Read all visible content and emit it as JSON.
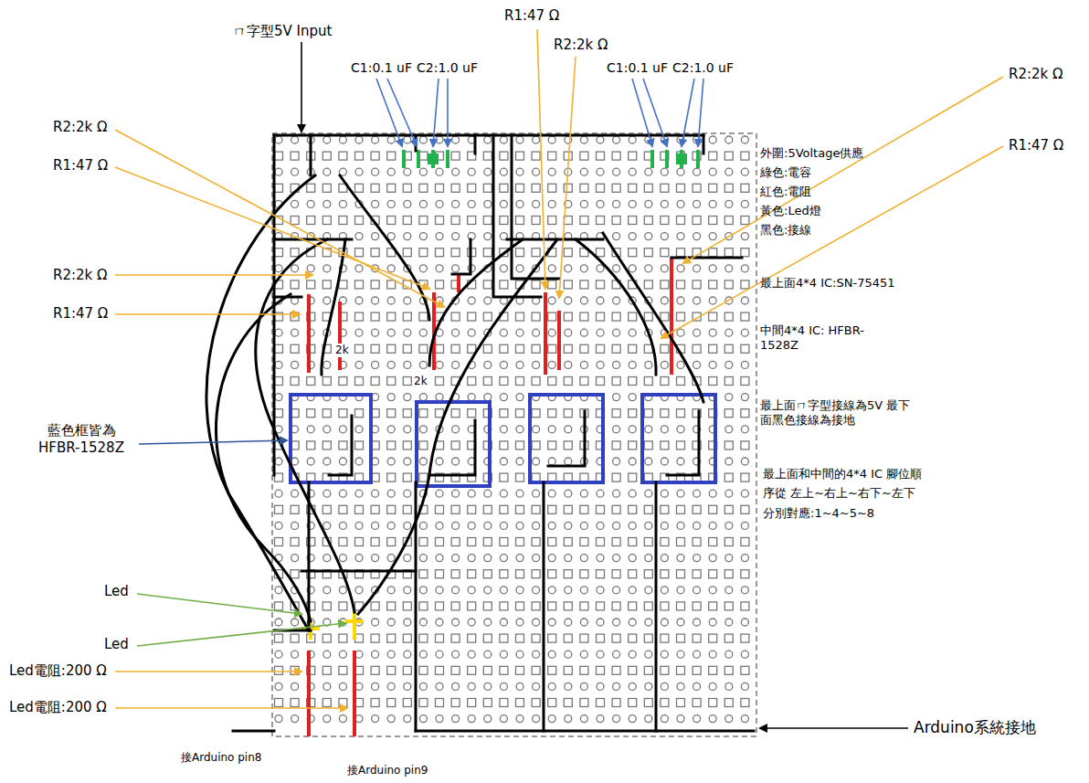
{
  "diagram": {
    "labels": [
      "ㄇ字型5V Input",
      "R1:47 Ω",
      "R2:2k Ω",
      "C1:0.1 uF",
      "C2:1.0 uF",
      "C1:0.1 uF",
      "C2:1.0 uF",
      "R2:2k Ω",
      "R1:47 Ω",
      "R2:2k Ω",
      "R1:47 Ω",
      "R2:2k Ω",
      "R1:47 Ω",
      "藍色框皆為 HFBR-1528Z",
      "Led",
      "Led",
      "Led電阻:200 Ω",
      "Led電阻:200 Ω",
      "接Arduino pin8",
      "接Arduino pin9",
      "Arduino系統接地",
      "外圍:5Voltage供應",
      "綠色:電容",
      "紅色:電阻",
      "黃色:Led燈",
      "黑色:接線",
      "最上面4*4 IC:SN-75451",
      "中間4*4 IC: HFBR-1528Z",
      "最上面ㄇ字型接線為5V 最下面黑色接線為接地",
      "最上面和中間的4*4 IC 腳位順序從 左上~右上~右下~左下 分別對應:1~4~5~8",
      "2k",
      "2k"
    ]
  }
}
